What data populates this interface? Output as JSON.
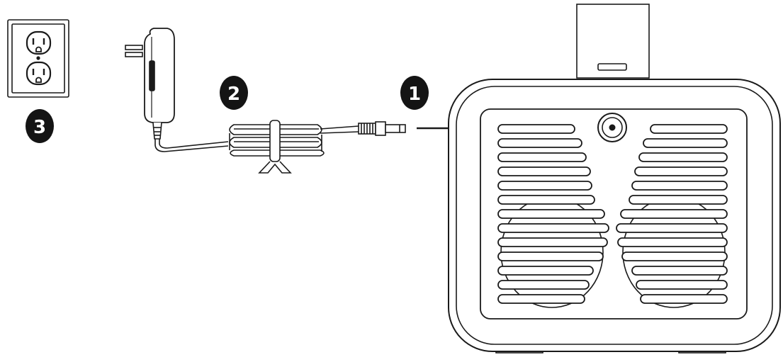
{
  "steps": [
    {
      "number": "1",
      "target": "dc-input-jack"
    },
    {
      "number": "2",
      "target": "power-adapter"
    },
    {
      "number": "3",
      "target": "wall-outlet"
    }
  ],
  "colors": {
    "line": "#1a1a1a",
    "badge_fill": "#141414",
    "badge_text": "#ffffff",
    "background": "#ffffff"
  },
  "icons": {
    "outlet": "wall-outlet-icon",
    "adapter": "power-adapter-icon",
    "cord": "coiled-cord-icon",
    "plug": "dc-plug-icon",
    "arrow": "connection-arrow-icon",
    "device": "speaker-back-icon",
    "jack": "dc-input-jack-icon"
  }
}
